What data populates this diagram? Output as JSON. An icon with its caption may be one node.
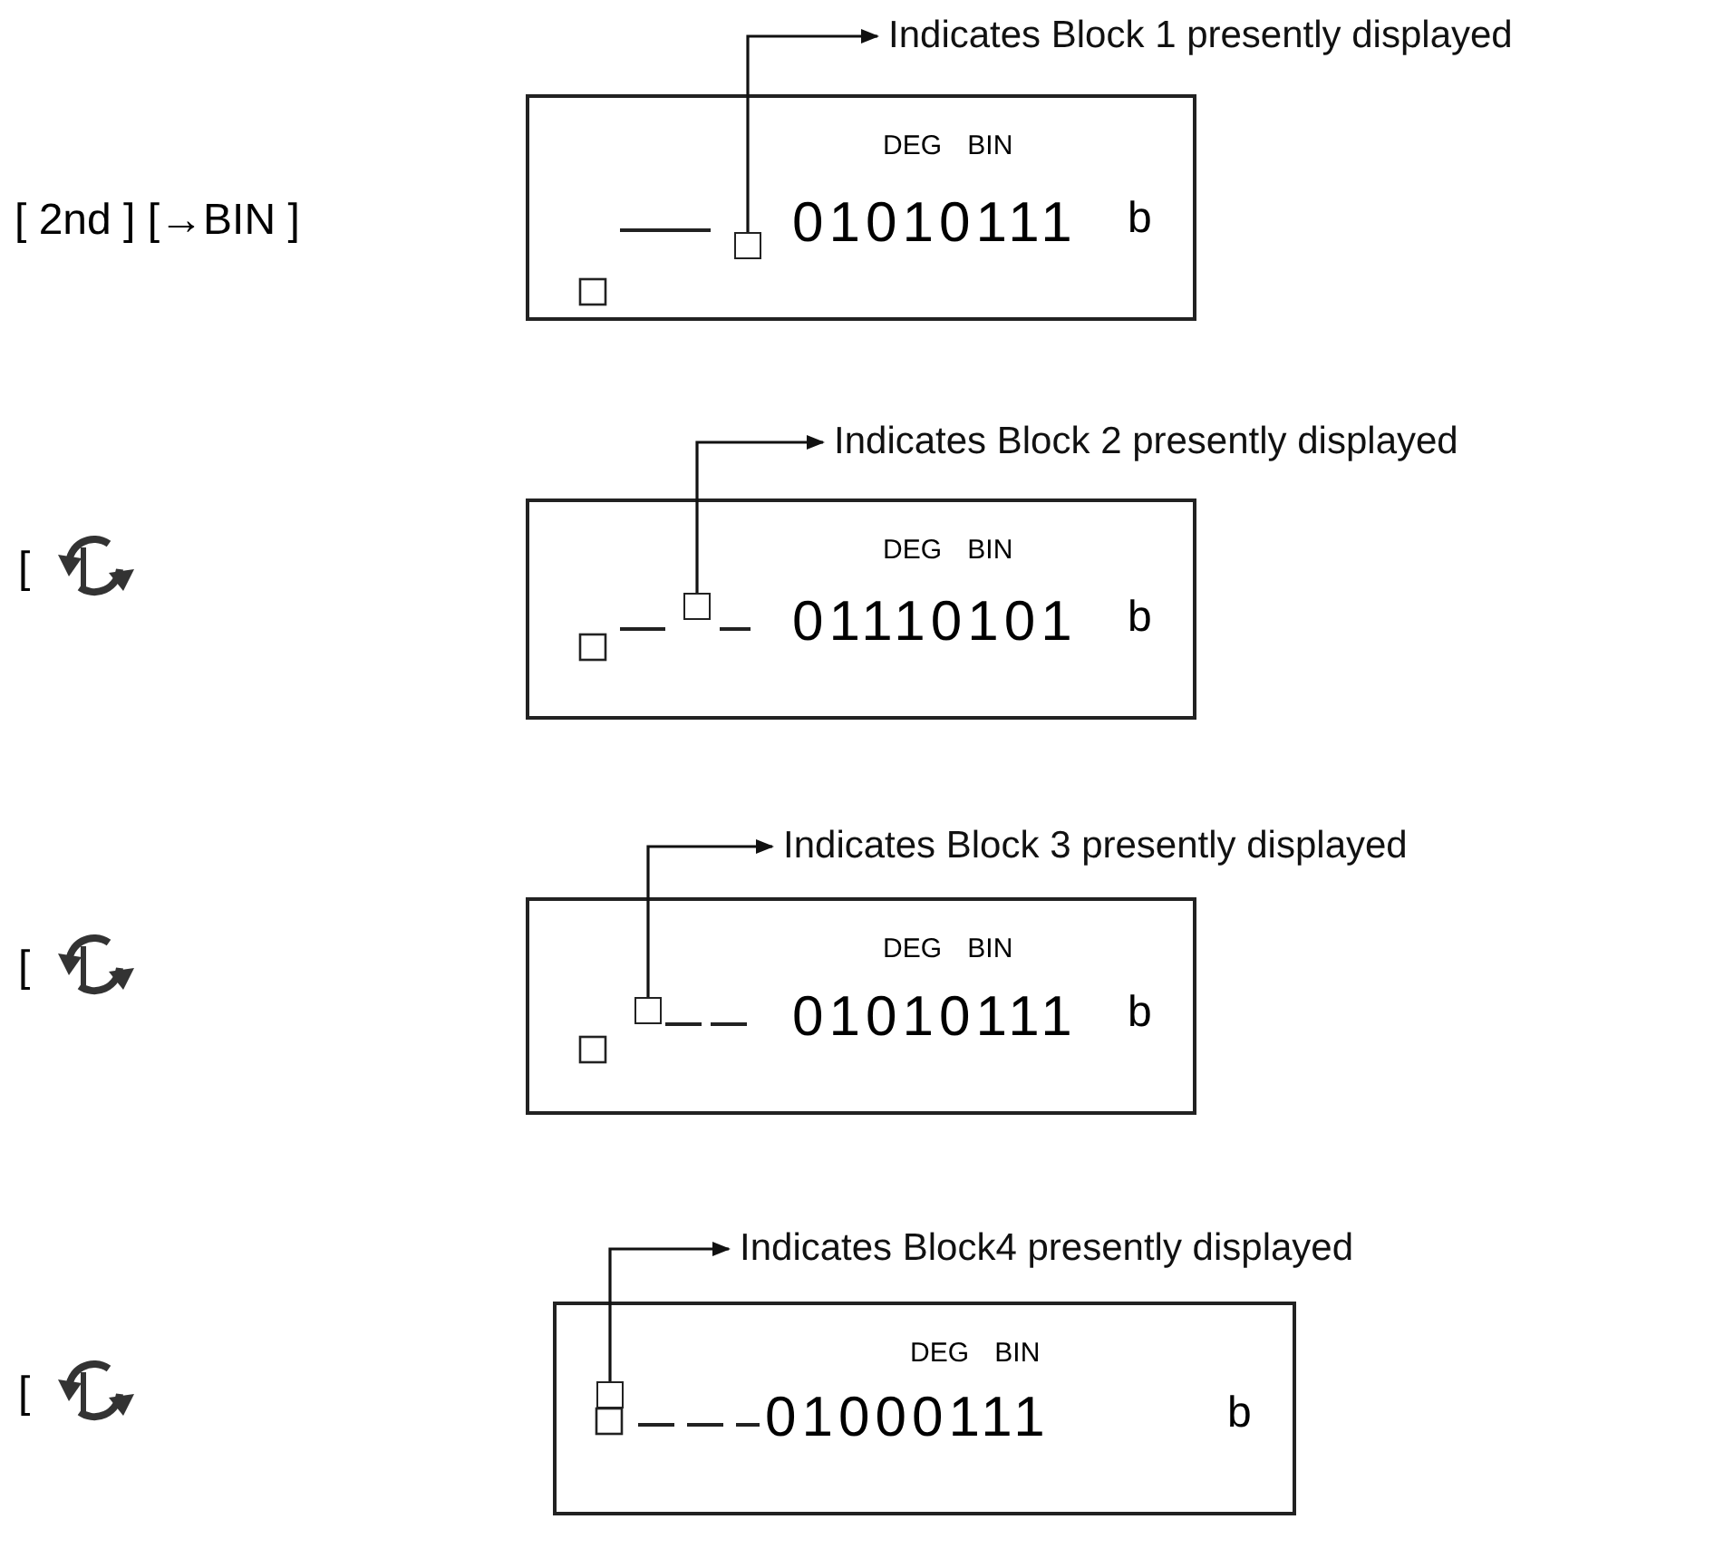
{
  "diagram": {
    "nodes": [
      {
        "text": [
          "Indicates Block 1 presently displayed"
        ]
      },
      {
        "text": [
          "DEG BIN",
          "01010111",
          "b"
        ]
      },
      {
        "text": [],
        "shape": "box",
        "in": 1
      },
      {
        "text": [
          "Indicates Block 2 presently displayed"
        ]
      },
      {
        "text": [
          "DEG BIN",
          "01110101",
          "b"
        ]
      },
      {
        "text": [],
        "shape": "box",
        "in": 4
      },
      {
        "text": [
          "Indicates Block 3 presently displayed"
        ]
      },
      {
        "text": [
          "DEG BIN",
          "01010111",
          "b"
        ]
      },
      {
        "text": [],
        "shape": "box",
        "in": 7
      },
      {
        "text": [
          "Indicates Block4 presently displayed"
        ]
      },
      {
        "text": [
          "DEG BIN",
          "01000111",
          "b"
        ]
      },
      {
        "text": [],
        "shape": "box",
        "in": 10
      }
    ],
    "edges": [
      {
        "from": 2,
        "to": 0,
        "arrow": "to"
      },
      {
        "from": 5,
        "to": 3,
        "arrow": "to"
      },
      {
        "from": 8,
        "to": 6,
        "arrow": "to"
      },
      {
        "from": 11,
        "to": 9,
        "arrow": "to"
      }
    ],
    "labels": [
      "[ 2nd ] [→BIN ]",
      "[",
      "[",
      "["
    ]
  }
}
